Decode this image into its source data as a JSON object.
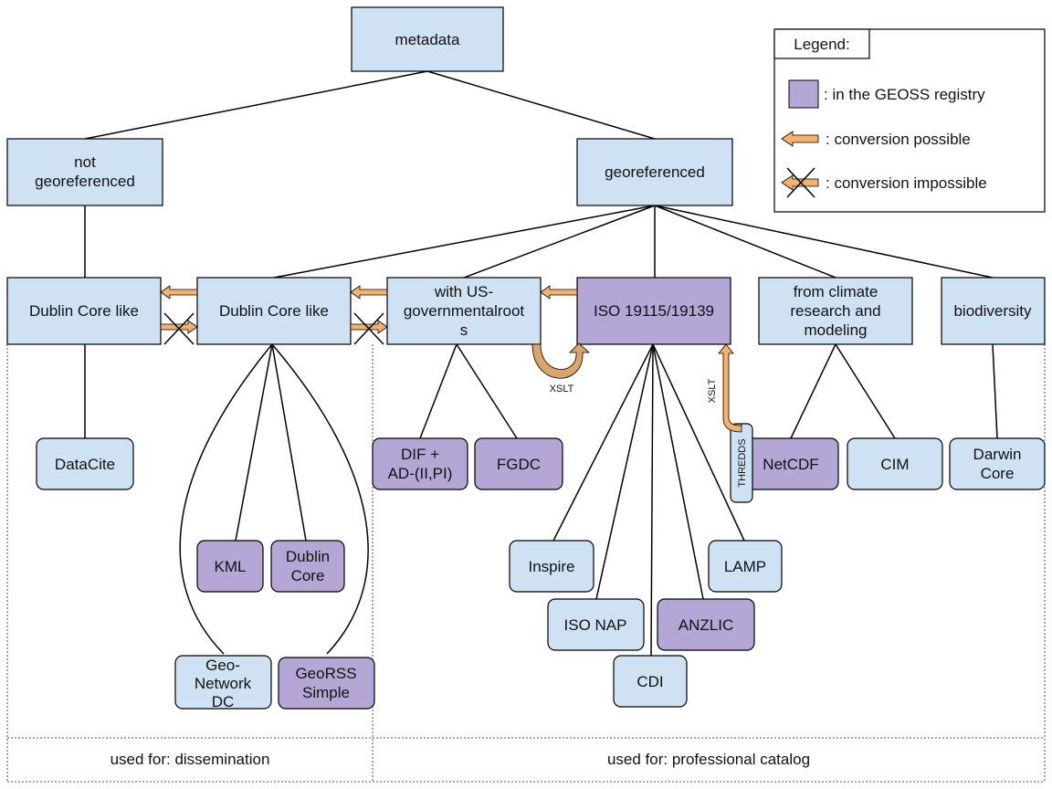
{
  "colors": {
    "light_box": "#cfe2f3",
    "registry_box": "#b4a7d6",
    "arrow_fill": "#f6b26b",
    "loop_fill": "#dba46a",
    "stroke": "#000000"
  },
  "nodes": {
    "metadata": "metadata",
    "not_georeferenced": [
      "not",
      "georeferenced"
    ],
    "georeferenced": "georeferenced",
    "dublin_core_like_left": "Dublin Core like",
    "dublin_core_like_mid": "Dublin Core like",
    "us_gov_roots": [
      "with US-",
      "governmentalroot",
      "s"
    ],
    "iso_19115": "ISO 19115/19139",
    "climate": [
      "from climate",
      "research and",
      "modeling"
    ],
    "biodiversity": "biodiversity",
    "datacite": "DataCite",
    "dif": [
      "DIF +",
      "AD-(II,PI)"
    ],
    "fgdc": "FGDC",
    "netcdf": "NetCDF",
    "cim": "CIM",
    "darwin_core": [
      "Darwin",
      "Core"
    ],
    "kml": "KML",
    "dublin_core": [
      "Dublin",
      "Core"
    ],
    "geonetwork_dc": [
      "Geo-",
      "Network",
      "DC"
    ],
    "georss_simple": [
      "GeoRSS",
      "Simple"
    ],
    "inspire": "Inspire",
    "iso_nap": "ISO NAP",
    "cdi": "CDI",
    "anzlic": "ANZLIC",
    "lamp": "LAMP",
    "thredds": "THREDDS"
  },
  "labels": {
    "xslt_loop": "XSLT",
    "xslt_vertical": "XSLT"
  },
  "legend": {
    "title": "Legend:",
    "registry": ": in the GEOSS registry",
    "possible": ": conversion possible",
    "impossible": ": conversion impossible"
  },
  "footer": {
    "left": "used for: dissemination",
    "right": "used for: professional catalog"
  },
  "icons": [
    "left-arrow-icon",
    "crossed-arrow-icon",
    "loop-arrow-icon",
    "up-arrow-icon"
  ]
}
